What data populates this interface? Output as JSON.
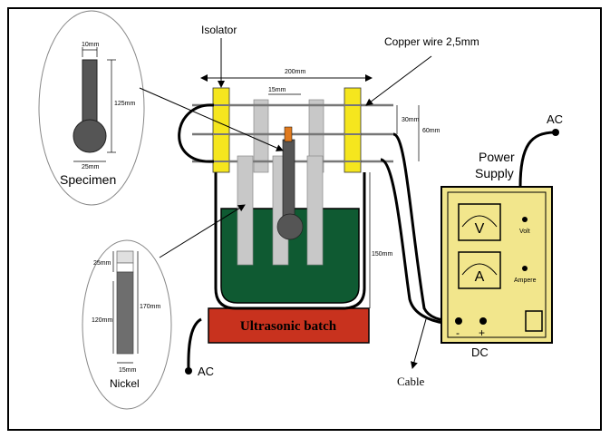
{
  "labels": {
    "isolator": "Isolator",
    "copper_wire": "Copper wire 2,5mm",
    "specimen": "Specimen",
    "nickel": "Nickel",
    "power_supply_line1": "Power",
    "power_supply_line2": "Supply",
    "volt_meter": "V",
    "volt": "Volt",
    "ampere_meter": "A",
    "ampere": "Ampere",
    "minus": "-",
    "plus": "+",
    "dc": "DC",
    "ac_top": "AC",
    "ac_bottom": "AC",
    "cable": "Cable",
    "ultrasonic": "Ultrasonic batch"
  },
  "dimensions": {
    "total_width": "200mm",
    "spacing": "15mm",
    "gap_30": "30mm",
    "gap_60": "60mm",
    "height_150": "150mm",
    "specimen_top_width": "10mm",
    "specimen_length": "125mm",
    "specimen_bulb": "25mm",
    "nickel_top": "25mm",
    "nickel_120": "120mm",
    "nickel_170": "170mm",
    "nickel_width": "15mm"
  },
  "colors": {
    "isolator": "#f5e61e",
    "liquid": "#0f5a32",
    "bath_base": "#c8321e",
    "power_panel": "#f2e68c",
    "electrode": "#c8c8c8",
    "specimen": "#555555",
    "frame": "#000000"
  }
}
